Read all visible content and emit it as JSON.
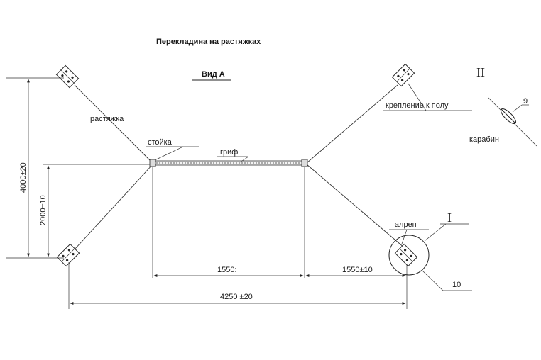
{
  "title": "Перекладина на растяжках",
  "view_label": "Вид А",
  "labels": {
    "guy": "растяжка",
    "post": "стойка",
    "bar": "гриф",
    "floor_mount": "крепление к полу",
    "turnbuckle": "талреп",
    "carabiner": "карабин"
  },
  "callouts": {
    "roman_one": "I",
    "roman_two": "II",
    "item_9": "9",
    "item_10": "10"
  },
  "dimensions": {
    "height_total": "4000±20",
    "height_post": "2000±10",
    "bar_span": "1550:",
    "right_offset": "1550±10",
    "total_width": "4250 ±20"
  }
}
